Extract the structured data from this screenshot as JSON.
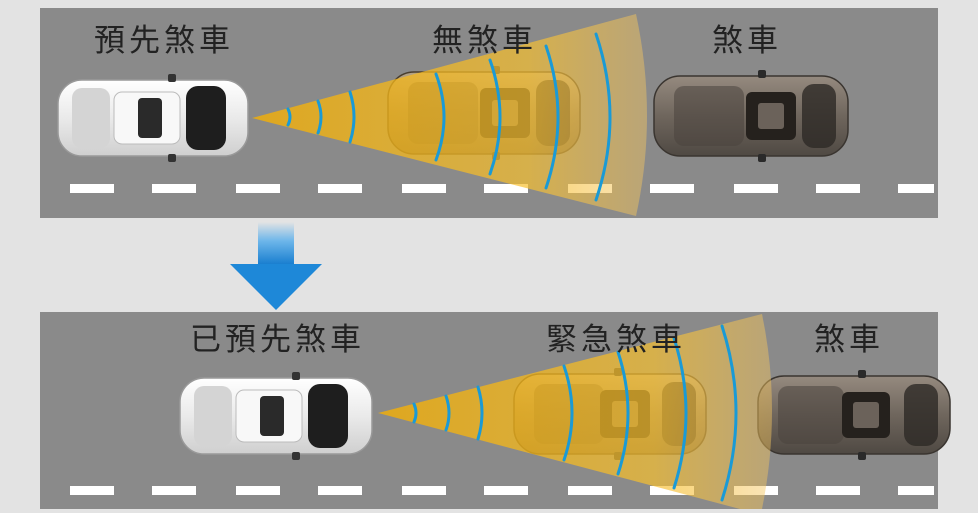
{
  "scenes": [
    {
      "labels": {
        "ego": "預先煞車",
        "middle": "無煞車",
        "front": "煞車"
      }
    },
    {
      "labels": {
        "ego": "已預先煞車",
        "middle": "緊急煞車",
        "front": "煞車"
      }
    }
  ],
  "colors": {
    "road": "#8a8a8a",
    "background": "#e3e3e3",
    "radar_beam": "#f5b800",
    "radar_wave": "#1a9ad6",
    "arrow": "#1e88d8",
    "ego_car": "#f2f2f2",
    "middle_car": "#8c7a5e",
    "front_car": "#6f665d"
  },
  "icons": [
    "radar-beam",
    "down-arrow-icon",
    "car-top-view"
  ]
}
